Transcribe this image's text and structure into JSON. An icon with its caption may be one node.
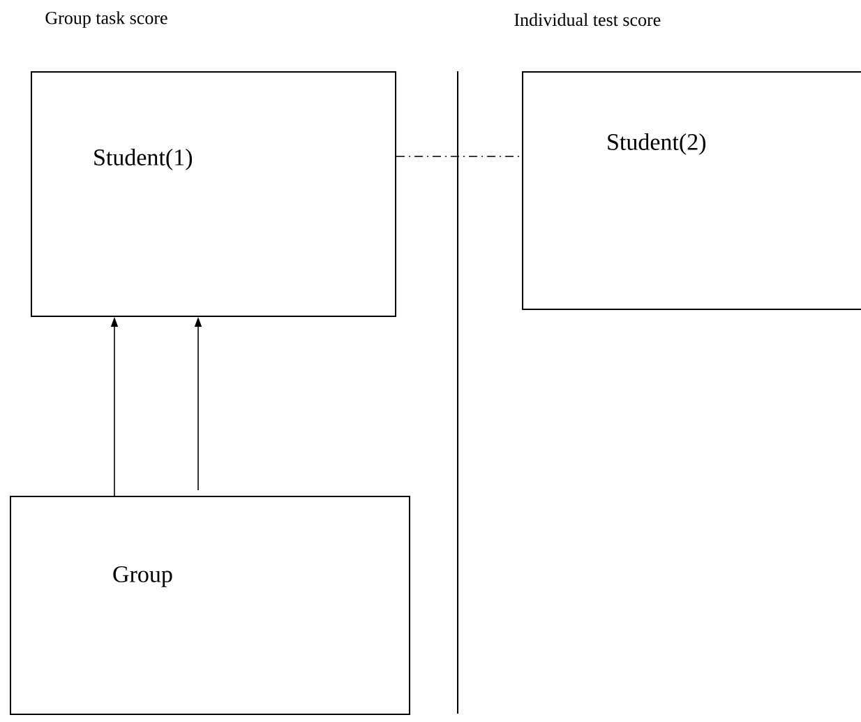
{
  "diagram": {
    "nodes": [
      {
        "text": [
          "Student(1)"
        ]
      },
      {
        "text": [
          "Student(2)"
        ]
      },
      {
        "text": [
          "Group"
        ]
      }
    ],
    "edges": [
      {
        "from": 2,
        "to": 0,
        "arrow": "to"
      },
      {
        "from": 2,
        "to": 0,
        "arrow": "to"
      },
      {
        "from": 0,
        "to": 1,
        "arrow": "none",
        "style": "dashed"
      }
    ],
    "labels": [
      "Group task score",
      "Individual test score"
    ]
  }
}
